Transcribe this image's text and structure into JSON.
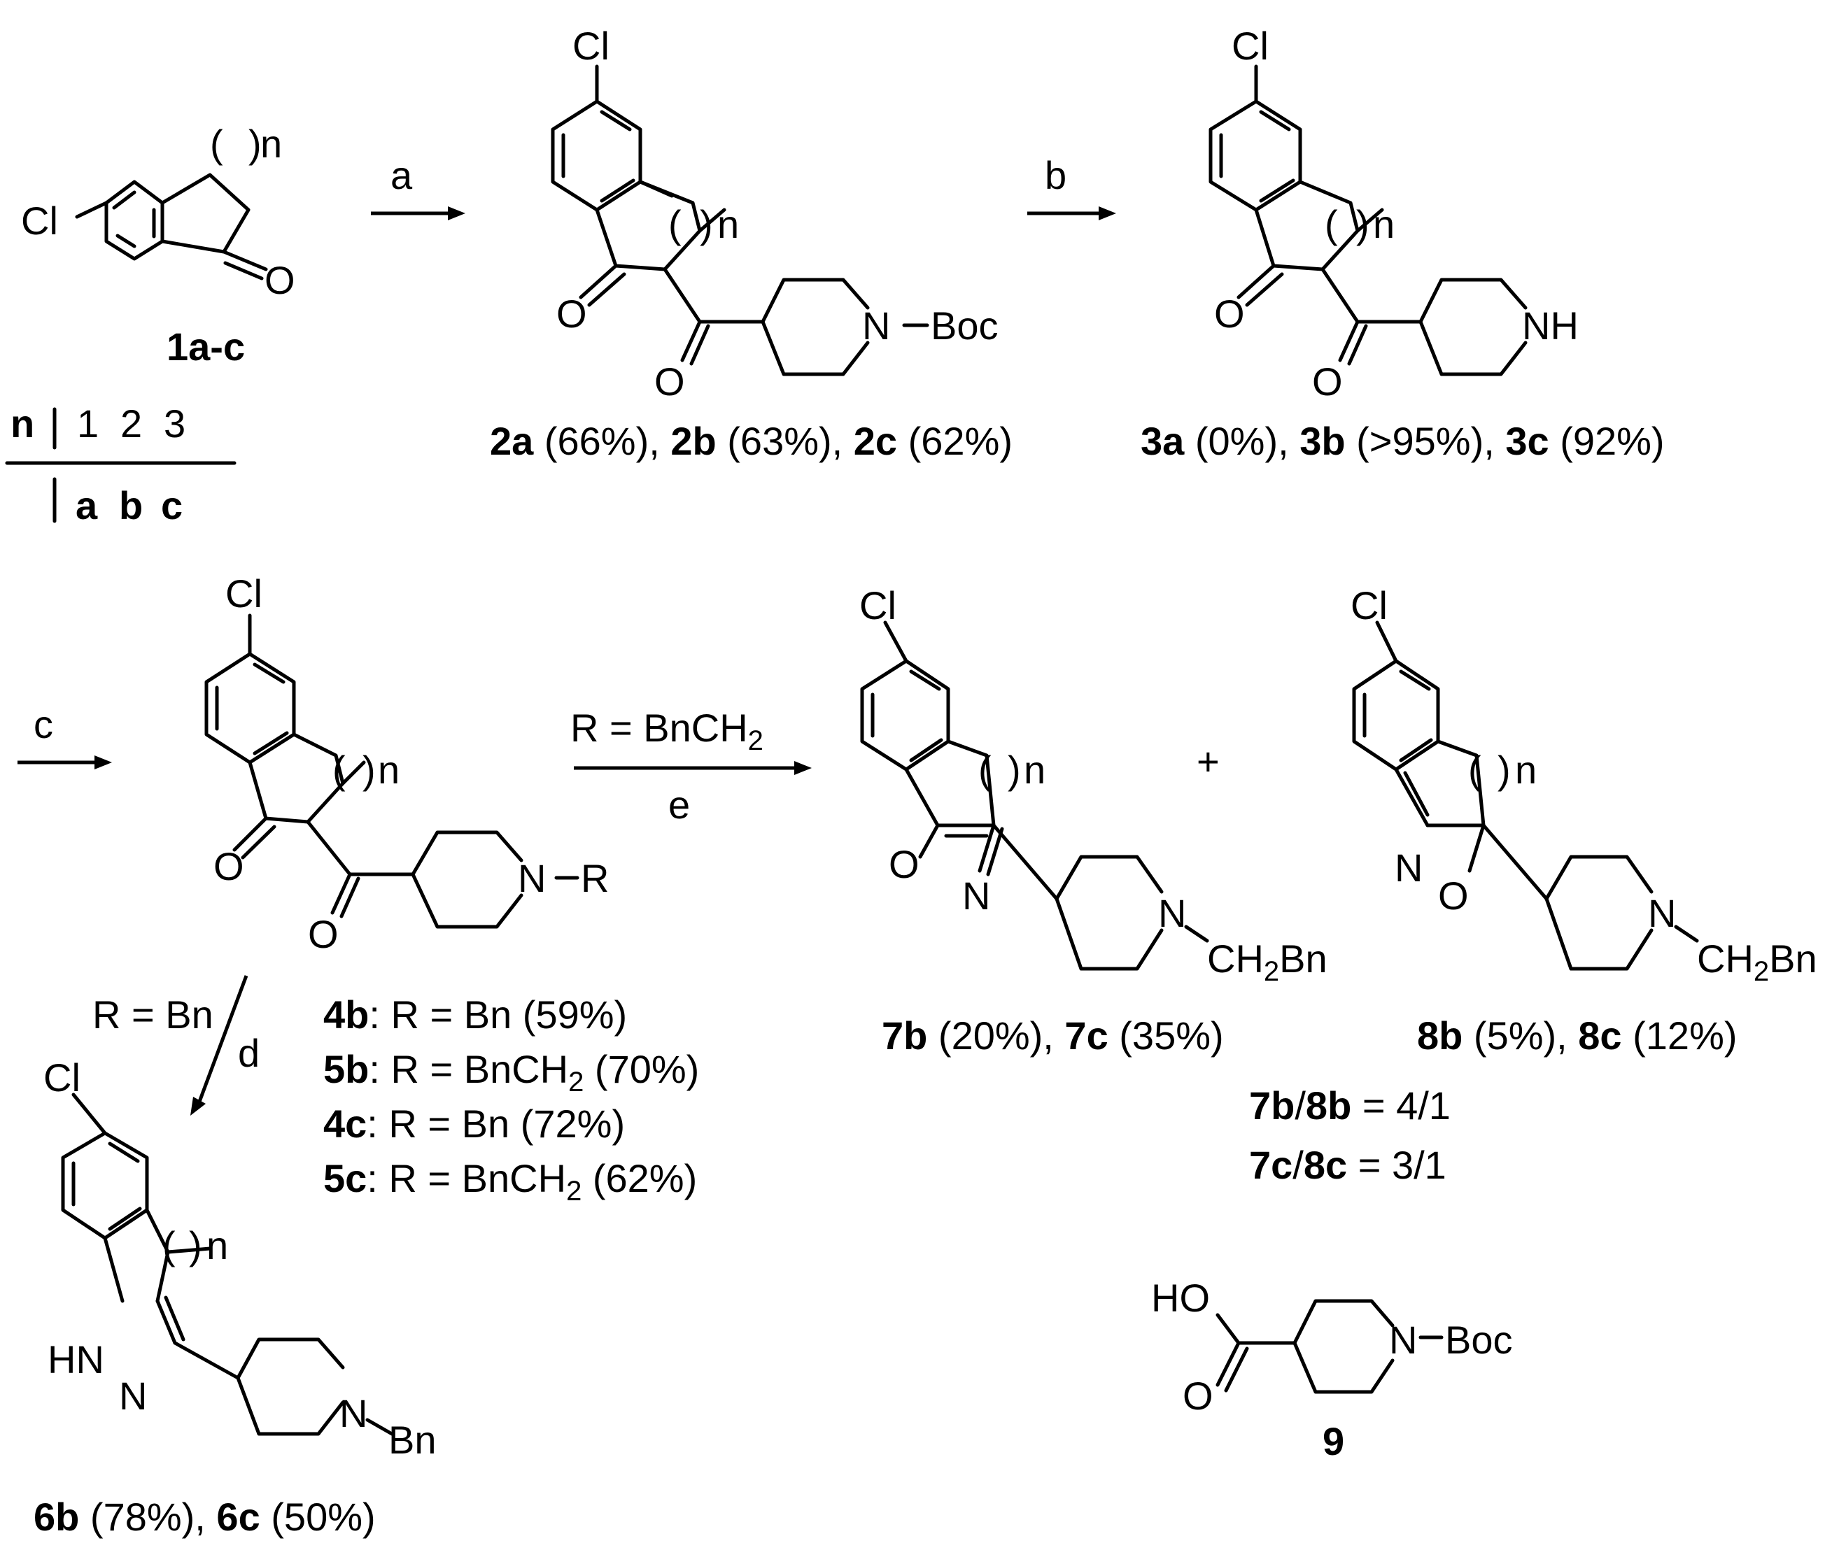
{
  "atoms": {
    "cl": "Cl",
    "o": "O",
    "n": "N",
    "nh": "NH",
    "hn": "HN",
    "ho": "HO",
    "boc": "Boc",
    "bn": "Bn",
    "r": "R",
    "ch2bn_pre": "CH",
    "ch2bn_sub": "2",
    "ch2bn_post": "Bn",
    "ring_n": "n",
    "dash": "–"
  },
  "table": {
    "header": "n",
    "values": [
      "1",
      "2",
      "3"
    ],
    "labels": [
      "a",
      "b",
      "c"
    ]
  },
  "steps": {
    "a": "a",
    "b": "b",
    "c": "c",
    "d": "d",
    "e": "e",
    "plus": "+"
  },
  "conditions": {
    "e_over_pre": "R = BnCH",
    "e_over_sub": "2",
    "d_side": "R = Bn"
  },
  "compounds": {
    "c1": {
      "label": "1a-c"
    },
    "c2": [
      {
        "id": "2a",
        "yield": " (66%), "
      },
      {
        "id": "2b",
        "yield": " (63%), "
      },
      {
        "id": "2c",
        "yield": " (62%)"
      }
    ],
    "c3": [
      {
        "id": "3a",
        "yield": " (0%), "
      },
      {
        "id": "3b",
        "yield": " (>95%), "
      },
      {
        "id": "3c",
        "yield": " (92%)"
      }
    ],
    "c45": [
      {
        "id": "4b",
        "text": ": R = Bn (59%)",
        "sub": "",
        "tail": ""
      },
      {
        "id": "5b",
        "text": ": R = BnCH",
        "sub": "2",
        "tail": " (70%)"
      },
      {
        "id": "4c",
        "text": ": R = Bn (72%)",
        "sub": "",
        "tail": ""
      },
      {
        "id": "5c",
        "text": ": R = BnCH",
        "sub": "2",
        "tail": " (62%)"
      }
    ],
    "c6": [
      {
        "id": "6b",
        "yield": " (78%), "
      },
      {
        "id": "6c",
        "yield": " (50%)"
      }
    ],
    "c7": [
      {
        "id": "7b",
        "yield": " (20%), "
      },
      {
        "id": "7c",
        "yield": " (35%)"
      }
    ],
    "c8": [
      {
        "id": "8b",
        "yield": " (5%), "
      },
      {
        "id": "8c",
        "yield": " (12%)"
      }
    ],
    "ratios": [
      {
        "a": "7b",
        "slash": "/",
        "b": "8b",
        "val": " = 4/1"
      },
      {
        "a": "7c",
        "slash": "/",
        "b": "8c",
        "val": " = 3/1"
      }
    ],
    "c9": {
      "label": "9"
    }
  }
}
